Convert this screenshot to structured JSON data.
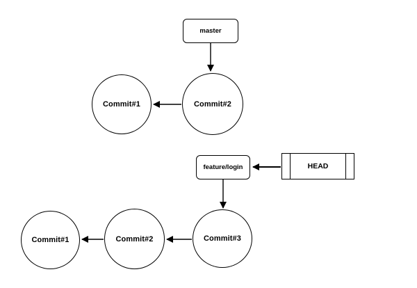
{
  "colors": {
    "stroke": "#000000",
    "fill": "#ffffff",
    "text": "#000000",
    "background": "#ffffff"
  },
  "top_diagram": {
    "branch": {
      "label": "master"
    },
    "commits": [
      {
        "label": "Commit#1"
      },
      {
        "label": "Commit#2"
      }
    ]
  },
  "bottom_diagram": {
    "branch": {
      "label": "feature/login"
    },
    "head": {
      "label": "HEAD"
    },
    "commits": [
      {
        "label": "Commit#1"
      },
      {
        "label": "Commit#2"
      },
      {
        "label": "Commit#3"
      }
    ]
  }
}
